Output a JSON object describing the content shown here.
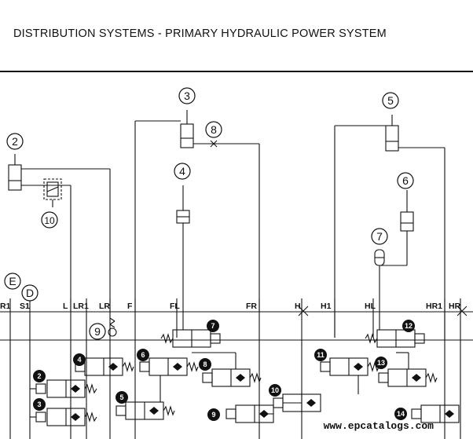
{
  "header": {
    "title": "DISTRIBUTION SYSTEMS - PRIMARY HYDRAULIC POWER SYSTEM"
  },
  "callouts": {
    "c2": "2",
    "c3": "3",
    "c4": "4",
    "c5": "5",
    "c6": "6",
    "c7": "7",
    "c8": "8",
    "c9": "9",
    "c10": "10",
    "cD": "D",
    "cE": "E"
  },
  "ports": {
    "r1": "R1",
    "s1": "S1",
    "l": "L",
    "lr1": "LR1",
    "lr": "LR",
    "f": "F",
    "fl": "FL",
    "fr": "FR",
    "h": "H",
    "h1": "H1",
    "hl": "HL",
    "hr1": "HR1",
    "hr": "HR"
  },
  "valves": {
    "v2": "2",
    "v3": "3",
    "v4": "4",
    "v5": "5",
    "v6": "6",
    "v7": "7",
    "v8": "8",
    "v9": "9",
    "v10": "10",
    "v11": "11",
    "v12": "12",
    "v13": "13",
    "v14": "14"
  },
  "footer": {
    "watermark": "www.epcatalogs.com"
  }
}
